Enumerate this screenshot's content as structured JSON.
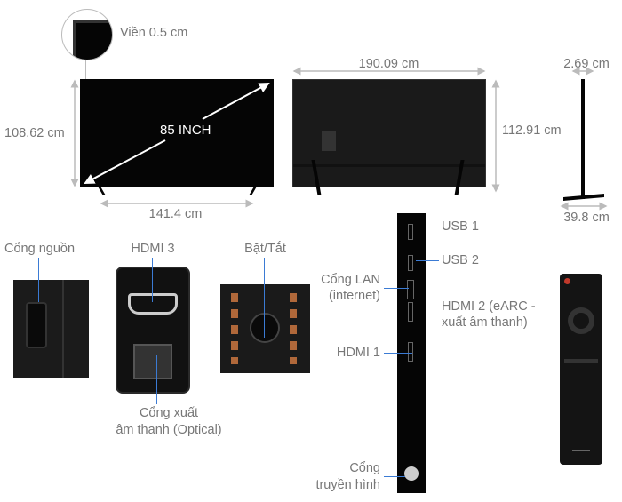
{
  "dimensions": {
    "bezel": "Viền 0.5 cm",
    "screen_size": "85 INCH",
    "front_height": "108.62 cm",
    "front_width": "141.4 cm",
    "back_width": "190.09 cm",
    "back_height": "112.91 cm",
    "depth": "2.69 cm",
    "stand_depth": "39.8 cm"
  },
  "ports": {
    "power": "Cổng nguồn",
    "hdmi3": "HDMI 3",
    "optical_line1": "Cổng xuất",
    "optical_line2": "âm thanh (Optical)",
    "power_button": "Bặt/Tắt",
    "usb1": "USB 1",
    "usb2": "USB 2",
    "lan_line1": "Cổng LAN",
    "lan_line2": "(internet)",
    "hdmi2_line1": "HDMI 2 (eARC -",
    "hdmi2_line2": "xuất âm thanh)",
    "hdmi1": "HDMI 1",
    "antenna_line1": "Cổng",
    "antenna_line2": "truyền hình"
  },
  "colors": {
    "label_line": "#3b7bd4",
    "text": "#777777"
  }
}
